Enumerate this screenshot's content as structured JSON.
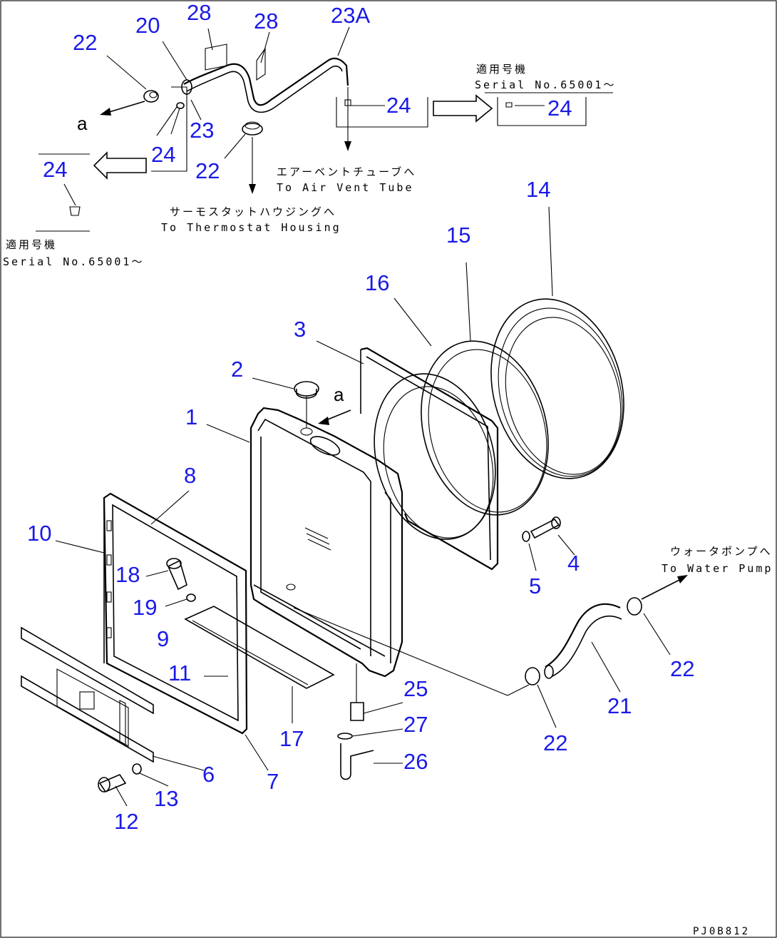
{
  "callouts": {
    "c1": "1",
    "c2": "2",
    "c3": "3",
    "c4": "4",
    "c5": "5",
    "c6": "6",
    "c7": "7",
    "c8": "8",
    "c9": "9",
    "c10": "10",
    "c11": "11",
    "c12": "12",
    "c13": "13",
    "c14": "14",
    "c15": "15",
    "c16": "16",
    "c17": "17",
    "c18": "18",
    "c19": "19",
    "c20": "20",
    "c21": "21",
    "c22a": "22",
    "c22b": "22",
    "c22c": "22",
    "c22d": "22",
    "c23": "23",
    "c23a": "23A",
    "c24a": "24",
    "c24b": "24",
    "c24c": "24",
    "c24d": "24",
    "c25": "25",
    "c26": "26",
    "c27": "27",
    "c28a": "28",
    "c28b": "28"
  },
  "view_marks": {
    "a_top": "a",
    "a_main": "a"
  },
  "notes": {
    "applicable_serial_jp": "適用号機",
    "serial_range": "Serial No.65001～",
    "applicable_serial_jp_2": "適用号機",
    "serial_range_2": "Serial No.65001～",
    "air_vent_jp": "エアーベントチューブへ",
    "air_vent_en": "To Air Vent Tube",
    "thermostat_jp": "サーモスタットハウジングへ",
    "thermostat_en": "To Thermostat Housing",
    "water_pump_jp": "ウォータポンプへ",
    "water_pump_en": "To Water Pump"
  },
  "drawing_code": "PJ0B812"
}
